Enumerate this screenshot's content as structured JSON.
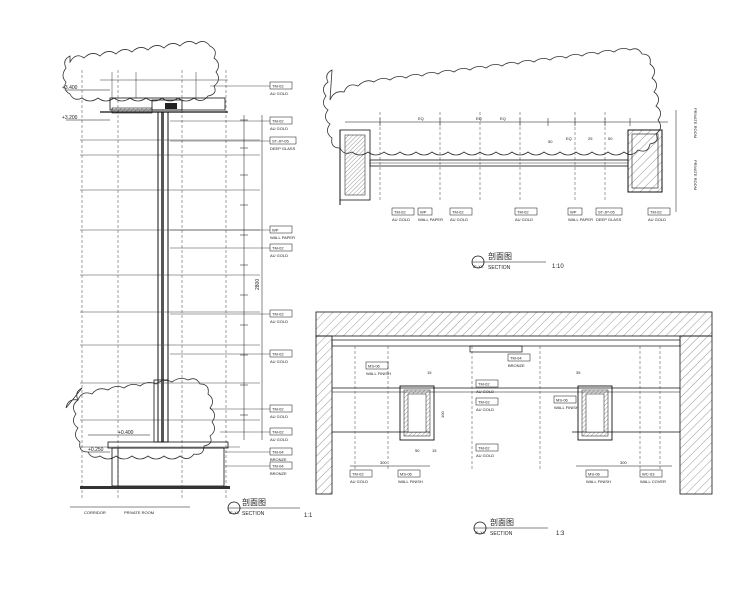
{
  "drawing": {
    "section_left": {
      "title": "剖面图",
      "subtitle": "SECTION",
      "ref": "IE-XX",
      "scale": "1:1",
      "levels": [
        "+3.400",
        "+3.200",
        "+0.400",
        "+0.250"
      ],
      "dimension": "2800",
      "bottom_labels": [
        "CORRIDOR",
        "PRIVATE ROOM"
      ],
      "callouts": [
        {
          "code": "TM-02",
          "desc": "AU GOLD"
        },
        {
          "code": "TM-02",
          "desc": "AU GOLD"
        },
        {
          "code": "ST-JP-05",
          "desc": "DEEP GLASS"
        },
        {
          "code": "WP",
          "desc": "WALL PAPER"
        },
        {
          "code": "TM-02",
          "desc": "AU GOLD"
        },
        {
          "code": "TM-02",
          "desc": "AU GOLD"
        },
        {
          "code": "TM-02",
          "desc": "AU GOLD"
        },
        {
          "code": "TM-02",
          "desc": "AU GOLD"
        },
        {
          "code": "TM-02",
          "desc": "AU GOLD"
        },
        {
          "code": "TM-04",
          "desc": "BRONZE"
        },
        {
          "code": "TM-04",
          "desc": "BRONZE"
        }
      ]
    },
    "section_top_right": {
      "title": "剖面图",
      "subtitle": "SECTION",
      "ref": "IE-XX",
      "scale": "1:10",
      "dims": [
        "EQ",
        "EQ",
        "EQ",
        "50",
        "EQ",
        "25",
        "50"
      ],
      "side_labels": [
        "PRIVATE ROOM",
        "PRIVATE ROOM"
      ],
      "callouts": [
        {
          "code": "TM-02",
          "desc": "AU GOLD"
        },
        {
          "code": "WP",
          "desc": "WALL PAPER"
        },
        {
          "code": "TM-02",
          "desc": "AU GOLD"
        },
        {
          "code": "TM-02",
          "desc": "AU GOLD"
        },
        {
          "code": "WP",
          "desc": "WALL PAPER"
        },
        {
          "code": "ST-JP-05",
          "desc": "DEEP GLASS"
        },
        {
          "code": "TM-02",
          "desc": "AU GOLD"
        }
      ]
    },
    "section_bottom_right": {
      "title": "剖面图",
      "subtitle": "SECTION",
      "ref": "IE-XX",
      "scale": "1:3",
      "dims": [
        "15",
        "35",
        "100",
        "50",
        "15",
        "300",
        "300"
      ],
      "callouts": [
        {
          "code": "TM-04",
          "desc": "BRONZE"
        },
        {
          "code": "MS-06",
          "desc": "WALL FINISH"
        },
        {
          "code": "TM-02",
          "desc": "AU GOLD"
        },
        {
          "code": "TM-02",
          "desc": "AU GOLD"
        },
        {
          "code": "MS-06",
          "desc": "WALL FINISH"
        },
        {
          "code": "TM-02",
          "desc": "AU GOLD"
        },
        {
          "code": "TM-02",
          "desc": "AU GOLD"
        },
        {
          "code": "MS-06",
          "desc": "WALL FINISH"
        },
        {
          "code": "MS-06",
          "desc": "WALL FINISH"
        },
        {
          "code": "WC-03",
          "desc": "WALL COVER"
        }
      ]
    }
  }
}
